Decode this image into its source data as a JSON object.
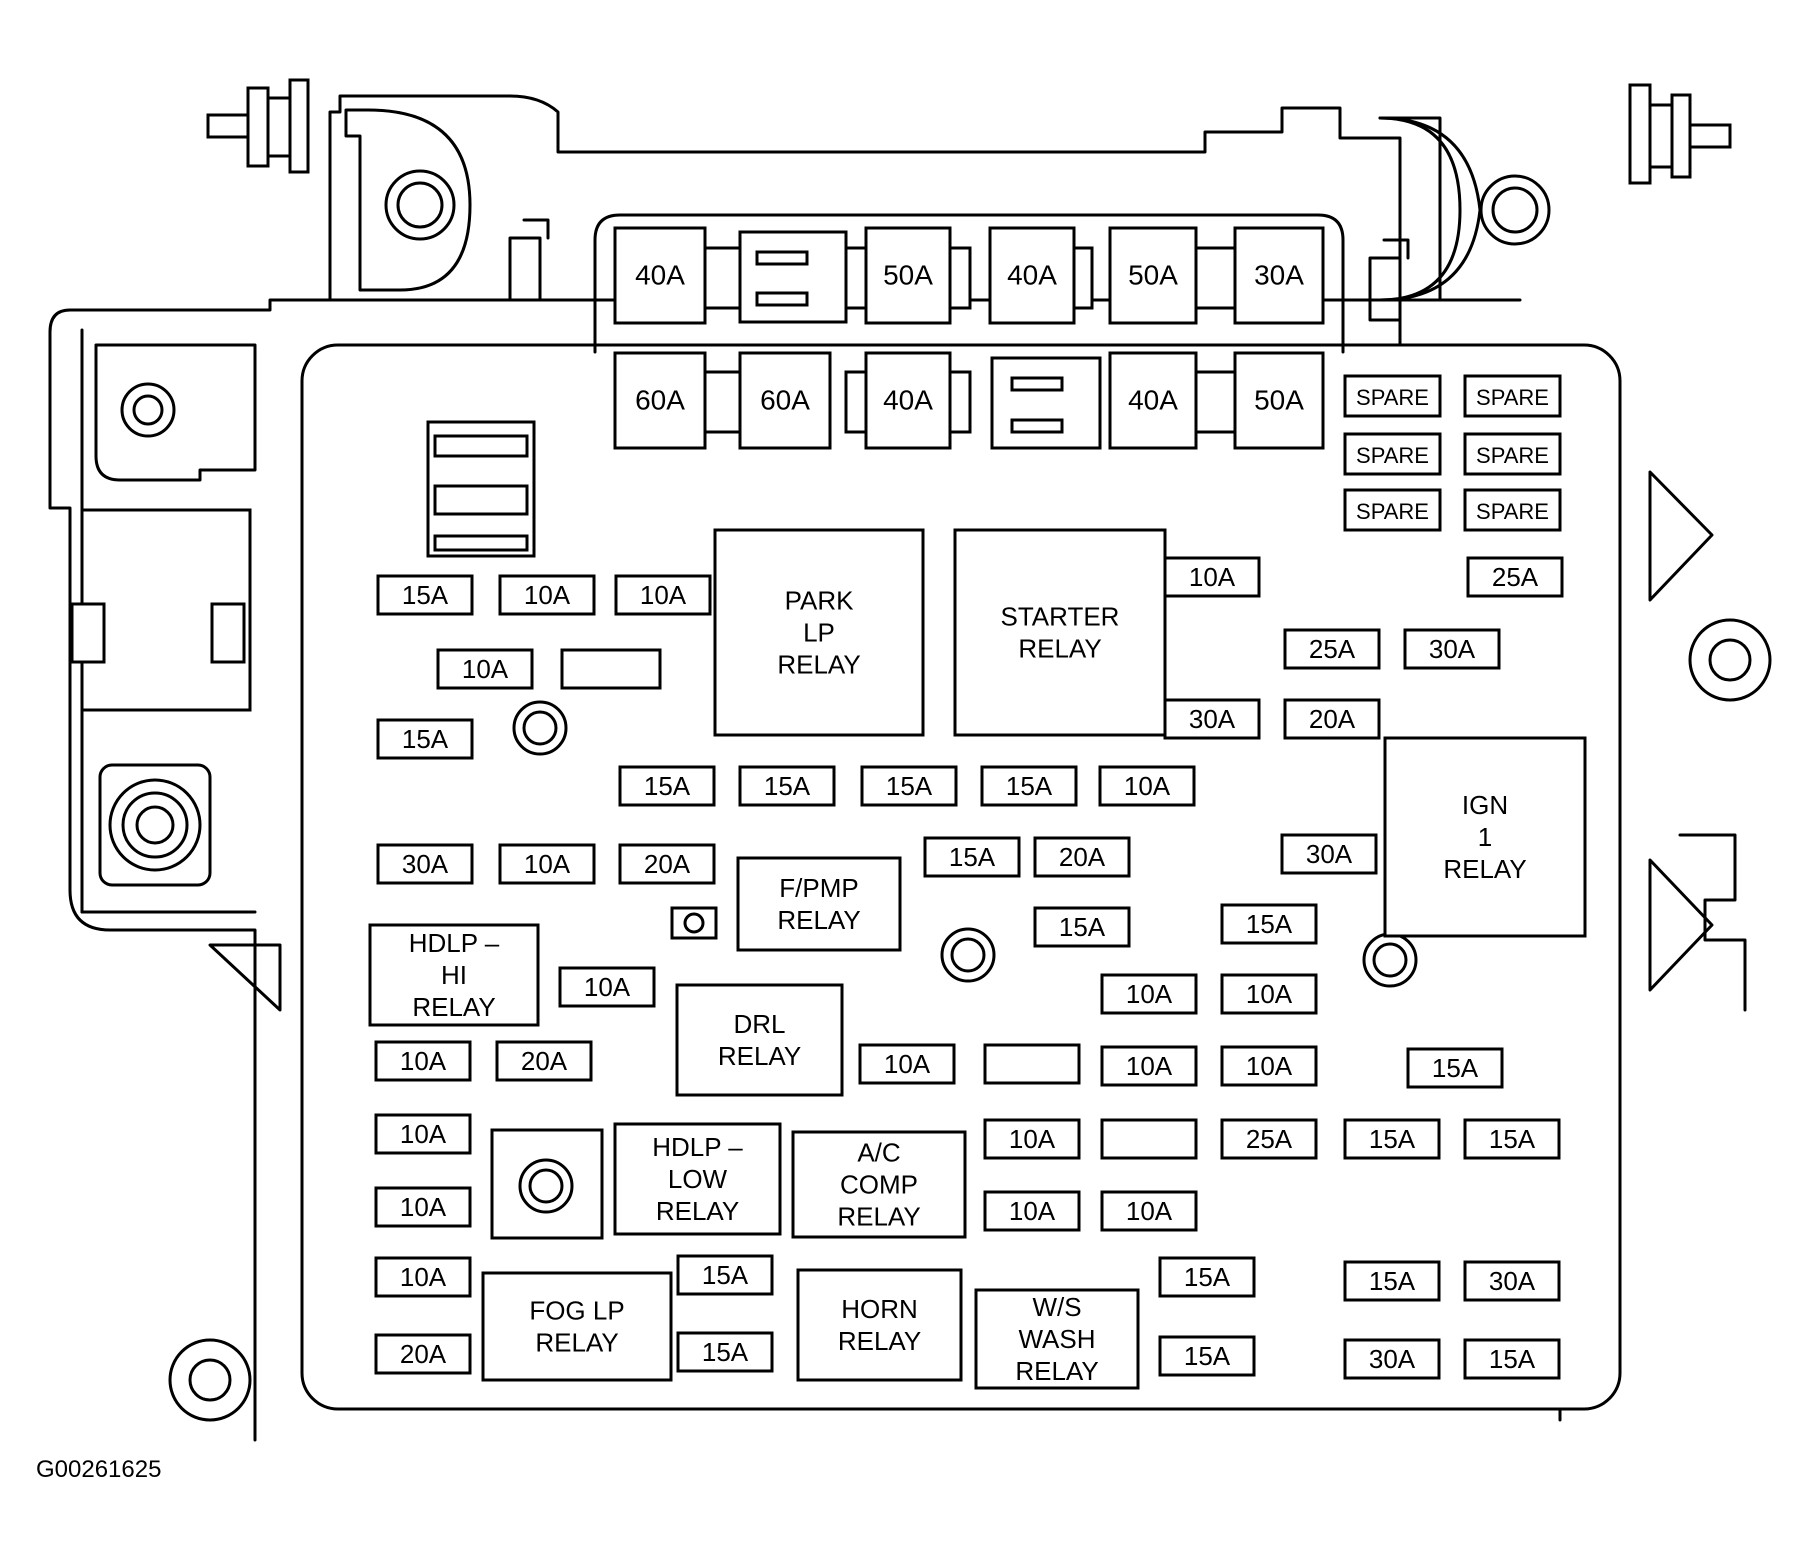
{
  "caption": "G00261625",
  "fuses": [
    {
      "id": "mf-1",
      "label": "40A"
    },
    {
      "id": "mf-2",
      "label": "50A"
    },
    {
      "id": "mf-3",
      "label": "40A"
    },
    {
      "id": "mf-4",
      "label": "50A"
    },
    {
      "id": "mf-5",
      "label": "30A"
    },
    {
      "id": "mf-6",
      "label": "60A"
    },
    {
      "id": "mf-7",
      "label": "60A"
    },
    {
      "id": "mf-8",
      "label": "40A"
    },
    {
      "id": "mf-9",
      "label": "40A"
    },
    {
      "id": "mf-10",
      "label": "50A"
    },
    {
      "id": "sp-1",
      "label": "SPARE"
    },
    {
      "id": "sp-2",
      "label": "SPARE"
    },
    {
      "id": "sp-3",
      "label": "SPARE"
    },
    {
      "id": "sp-4",
      "label": "SPARE"
    },
    {
      "id": "sp-5",
      "label": "SPARE"
    },
    {
      "id": "sp-6",
      "label": "SPARE"
    },
    {
      "id": "f-1",
      "label": "15A"
    },
    {
      "id": "f-2",
      "label": "10A"
    },
    {
      "id": "f-3",
      "label": "10A"
    },
    {
      "id": "f-4",
      "label": "10A"
    },
    {
      "id": "f-5",
      "label": ""
    },
    {
      "id": "f-6",
      "label": "15A"
    },
    {
      "id": "f-7",
      "label": "10A"
    },
    {
      "id": "f-8",
      "label": "25A"
    },
    {
      "id": "f-9",
      "label": "25A"
    },
    {
      "id": "f-10",
      "label": "30A"
    },
    {
      "id": "f-11",
      "label": "30A"
    },
    {
      "id": "f-12",
      "label": "20A"
    },
    {
      "id": "f-13",
      "label": "15A"
    },
    {
      "id": "f-14",
      "label": "15A"
    },
    {
      "id": "f-15",
      "label": "15A"
    },
    {
      "id": "f-16",
      "label": "15A"
    },
    {
      "id": "f-17",
      "label": "10A"
    },
    {
      "id": "f-18",
      "label": "30A"
    },
    {
      "id": "f-19",
      "label": "10A"
    },
    {
      "id": "f-20",
      "label": "20A"
    },
    {
      "id": "f-21",
      "label": "15A"
    },
    {
      "id": "f-22",
      "label": "20A"
    },
    {
      "id": "f-23",
      "label": "30A"
    },
    {
      "id": "f-24",
      "label": "15A"
    },
    {
      "id": "f-25",
      "label": "15A"
    },
    {
      "id": "f-26",
      "label": "10A"
    },
    {
      "id": "f-27",
      "label": "10A"
    },
    {
      "id": "f-28",
      "label": "10A"
    },
    {
      "id": "f-29",
      "label": "10A"
    },
    {
      "id": "f-30",
      "label": "20A"
    },
    {
      "id": "f-31",
      "label": "10A"
    },
    {
      "id": "f-32",
      "label": ""
    },
    {
      "id": "f-33",
      "label": "10A"
    },
    {
      "id": "f-34",
      "label": "10A"
    },
    {
      "id": "f-35",
      "label": "15A"
    },
    {
      "id": "f-36",
      "label": "10A"
    },
    {
      "id": "f-37",
      "label": "10A"
    },
    {
      "id": "f-38",
      "label": ""
    },
    {
      "id": "f-39",
      "label": "25A"
    },
    {
      "id": "f-40",
      "label": "15A"
    },
    {
      "id": "f-41",
      "label": "15A"
    },
    {
      "id": "f-42",
      "label": "10A"
    },
    {
      "id": "f-43",
      "label": "10A"
    },
    {
      "id": "f-44",
      "label": "10A"
    },
    {
      "id": "f-45",
      "label": "10A"
    },
    {
      "id": "f-46",
      "label": "15A"
    },
    {
      "id": "f-47",
      "label": "15A"
    },
    {
      "id": "f-48",
      "label": "15A"
    },
    {
      "id": "f-49",
      "label": "30A"
    },
    {
      "id": "f-50",
      "label": "20A"
    },
    {
      "id": "f-51",
      "label": "15A"
    },
    {
      "id": "f-52",
      "label": "15A"
    },
    {
      "id": "f-53",
      "label": "30A"
    },
    {
      "id": "f-54",
      "label": "15A"
    }
  ],
  "relays": [
    {
      "id": "park-lp",
      "lines": [
        "PARK",
        "LP",
        "RELAY"
      ]
    },
    {
      "id": "starter",
      "lines": [
        "STARTER",
        "RELAY"
      ]
    },
    {
      "id": "ign-1",
      "lines": [
        "IGN",
        "1",
        "RELAY"
      ]
    },
    {
      "id": "f-pmp",
      "lines": [
        "F/PMP",
        "RELAY"
      ]
    },
    {
      "id": "hdlp-hi",
      "lines": [
        "HDLP –",
        "HI",
        "RELAY"
      ]
    },
    {
      "id": "drl",
      "lines": [
        "DRL",
        "RELAY"
      ]
    },
    {
      "id": "hdlp-low",
      "lines": [
        "HDLP –",
        "LOW",
        "RELAY"
      ]
    },
    {
      "id": "ac-comp",
      "lines": [
        "A/C",
        "COMP",
        "RELAY"
      ]
    },
    {
      "id": "fog-lp",
      "lines": [
        "FOG LP",
        "RELAY"
      ]
    },
    {
      "id": "horn",
      "lines": [
        "HORN",
        "RELAY"
      ]
    },
    {
      "id": "ws-wash",
      "lines": [
        "W/S",
        "WASH",
        "RELAY"
      ]
    }
  ]
}
